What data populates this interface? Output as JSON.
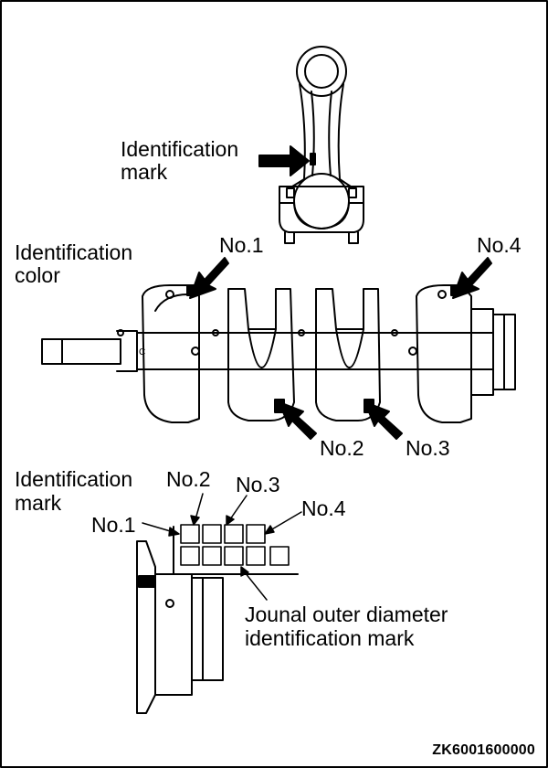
{
  "labels": {
    "rod_mark_line1": "Identification",
    "rod_mark_line2": "mark",
    "color_line1": "Identification",
    "color_line2": "color",
    "no1": "No.1",
    "no2": "No.2",
    "no3": "No.3",
    "no4": "No.4",
    "detail_mark_line1": "Identification",
    "detail_mark_line2": "mark",
    "detail_no1": "No.1",
    "detail_no2": "No.2",
    "detail_no3": "No.3",
    "detail_no4": "No.4",
    "journal_line1": "Jounal outer diameter",
    "journal_line2": "identification mark"
  },
  "figure_code": "ZK6001600000",
  "colors": {
    "ink": "#000000",
    "paper": "#ffffff"
  }
}
